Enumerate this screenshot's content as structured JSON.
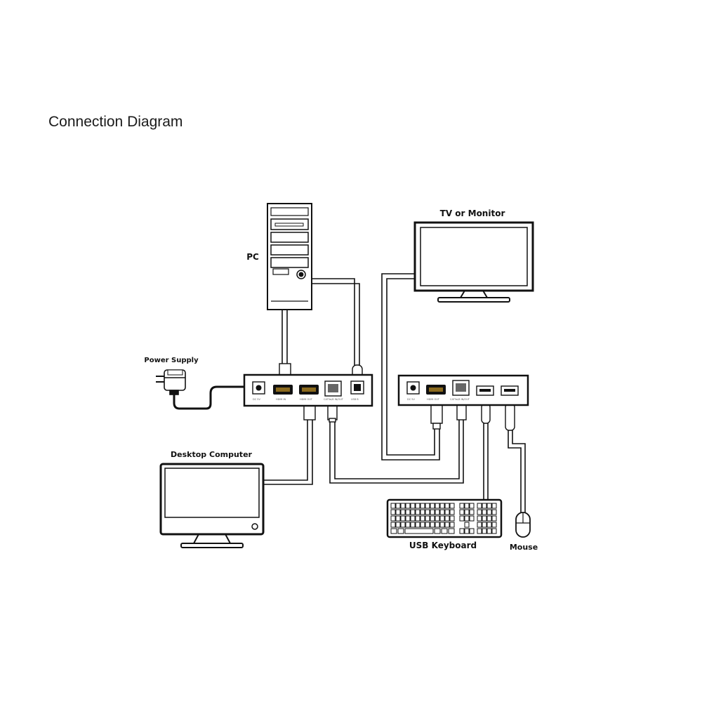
{
  "title": "Connection Diagram",
  "labels": {
    "pc": "PC",
    "tv": "TV or Monitor",
    "power": "Power  Supply",
    "desktop": "Desktop Computer",
    "keyboard": "USB Keyboard",
    "mouse": "Mouse"
  },
  "colors": {
    "line": "#111111",
    "port_gold": "#8b6a1e",
    "background": "#ffffff"
  }
}
